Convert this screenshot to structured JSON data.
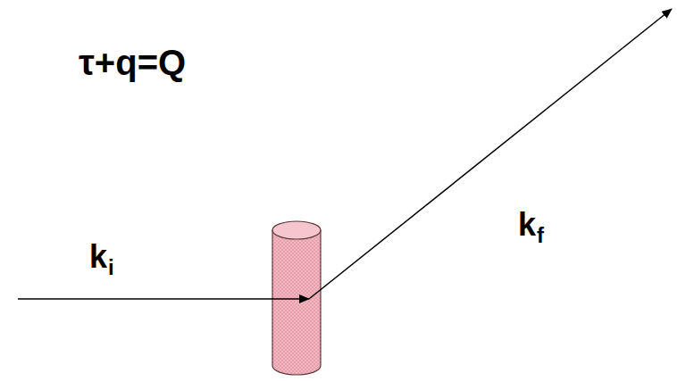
{
  "diagram": {
    "labels": [
      "τ+q=Q",
      "k",
      "i",
      "k",
      "f"
    ]
  }
}
